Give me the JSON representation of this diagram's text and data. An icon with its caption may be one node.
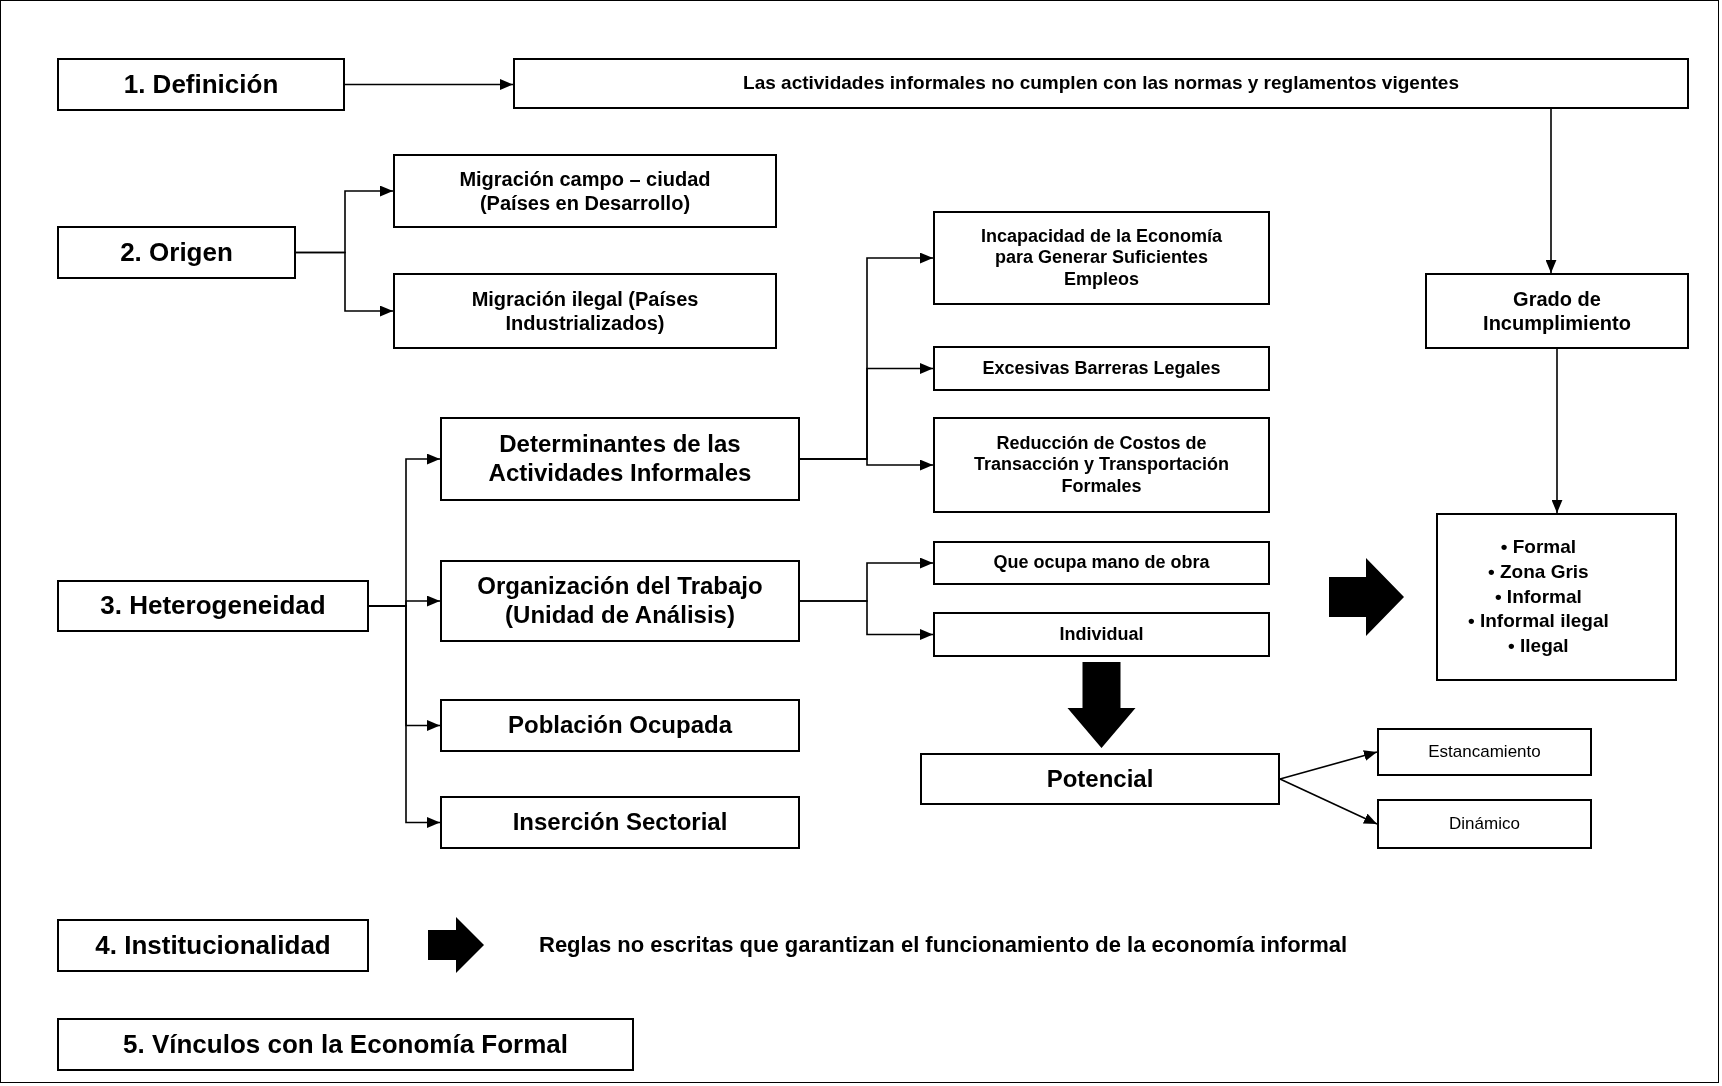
{
  "diagram": {
    "nodes": [
      {
        "text": [
          "1. Definición"
        ]
      },
      {
        "text": [
          "Las actividades informales no cumplen con las normas y reglamentos vigentes"
        ]
      },
      {
        "text": [
          "2. Origen"
        ]
      },
      {
        "text": [
          "Migración campo – ciudad (Países en Desarrollo)"
        ]
      },
      {
        "text": [
          "Migración ilegal (Países Industrializados)"
        ]
      },
      {
        "text": [
          "Grado de Incumplimiento"
        ]
      },
      {
        "text": [
          "Incapacidad de la Economía para Generar Suficientes Empleos"
        ]
      },
      {
        "text": [
          "Excesivas Barreras Legales"
        ]
      },
      {
        "text": [
          "Determinantes de las Actividades Informales"
        ]
      },
      {
        "text": [
          "Reducción de Costos de Transacción y Transportación Formales"
        ]
      },
      {
        "text": [
          "3. Heterogeneidad"
        ]
      },
      {
        "text": [
          "Organización del Trabajo (Unidad de Análisis)"
        ]
      },
      {
        "text": [
          "Que ocupa mano de obra"
        ]
      },
      {
        "text": [
          "Individual"
        ]
      },
      {
        "text": [
          "• Formal",
          "• Zona Gris",
          "• Informal",
          "• Informal ilegal",
          "• Ilegal"
        ]
      },
      {
        "text": [
          "Población Ocupada"
        ]
      },
      {
        "text": [
          "Potencial"
        ]
      },
      {
        "text": [
          "Estancamiento"
        ]
      },
      {
        "text": [
          "Dinámico"
        ]
      },
      {
        "text": [
          "Inserción Sectorial"
        ]
      },
      {
        "text": [
          "4. Institucionalidad"
        ]
      },
      {
        "text": [
          "Reglas no escritas que garantizan el funcionamiento de la economía informal"
        ]
      },
      {
        "text": [
          "5. Vínculos con la Economía Formal"
        ]
      }
    ],
    "edges": [
      {
        "from": 0,
        "to": 1,
        "arrow": "to"
      },
      {
        "from": 1,
        "to": 5,
        "arrow": "to"
      },
      {
        "from": 5,
        "to": 14,
        "arrow": "to"
      },
      {
        "from": 2,
        "to": 3,
        "arrow": "to"
      },
      {
        "from": 2,
        "to": 4,
        "arrow": "to"
      },
      {
        "from": 8,
        "to": 6,
        "arrow": "to"
      },
      {
        "from": 8,
        "to": 7,
        "arrow": "to"
      },
      {
        "from": 8,
        "to": 9,
        "arrow": "to"
      },
      {
        "from": 10,
        "to": 8,
        "arrow": "to"
      },
      {
        "from": 10,
        "to": 11,
        "arrow": "to"
      },
      {
        "from": 10,
        "to": 15,
        "arrow": "to"
      },
      {
        "from": 10,
        "to": 19,
        "arrow": "to"
      },
      {
        "from": 11,
        "to": 12,
        "arrow": "to"
      },
      {
        "from": 11,
        "to": 13,
        "arrow": "to"
      },
      {
        "from": 13,
        "to": 16,
        "arrow": "to",
        "style": "thick"
      },
      {
        "from": null,
        "to": 14,
        "arrow": "to",
        "style": "thick"
      },
      {
        "from": 16,
        "to": 17,
        "arrow": "to"
      },
      {
        "from": 16,
        "to": 18,
        "arrow": "to"
      },
      {
        "from": 20,
        "to": 21,
        "arrow": "to",
        "style": "thick"
      }
    ]
  }
}
